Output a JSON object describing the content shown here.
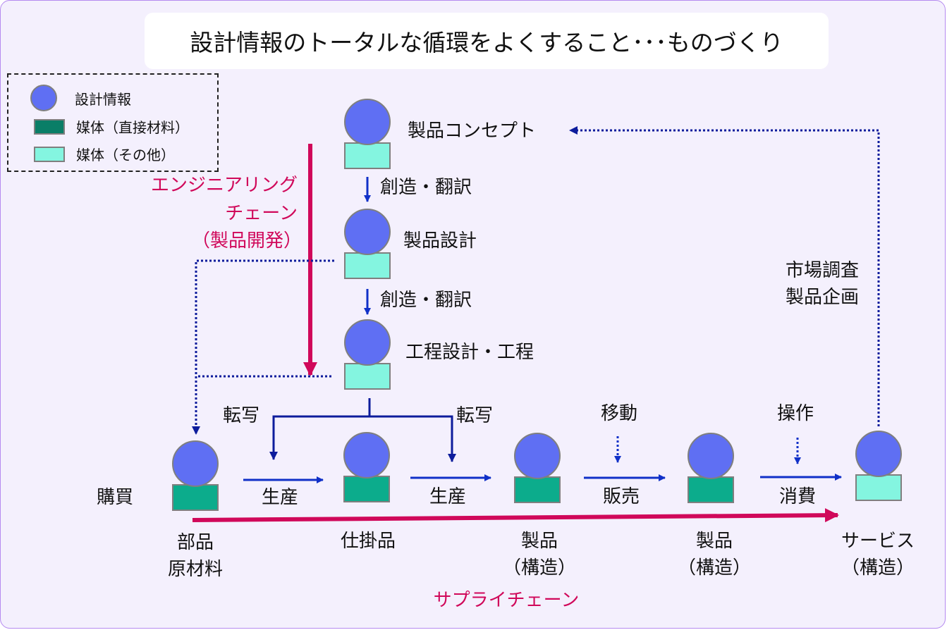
{
  "title": "設計情報のトータルな循環をよくすること･･･ものづくり",
  "colors": {
    "info_circle": "#5f6ff3",
    "media_direct": "#0cac8c",
    "media_direct_legend": "#0a7e67",
    "media_other": "#84f5e0",
    "arrow_blue": "#1030c8",
    "arrow_navy": "#0d1c9c",
    "chain_pink": "#d0085a",
    "background": "#f4f0fd",
    "border": "#b58af0"
  },
  "legend": {
    "items": [
      {
        "shape": "circle",
        "label": "設計情報"
      },
      {
        "shape": "rect-direct",
        "label": "媒体（直接材料）"
      },
      {
        "shape": "rect-other",
        "label": "媒体（その他）"
      }
    ]
  },
  "engineering_chain": {
    "line1": "エンジニアリング",
    "line2": "チェーン",
    "line3": "（製品開発）"
  },
  "supply_chain": {
    "label": "サプライチェーン"
  },
  "vertical_nodes": [
    {
      "label": "製品コンセプト",
      "media": "other"
    },
    {
      "label": "製品設計",
      "media": "other"
    },
    {
      "label": "工程設計・工程",
      "media": "other"
    }
  ],
  "vertical_steps": [
    "創造・翻訳",
    "創造・翻訳"
  ],
  "transfer_labels": [
    "転写",
    "転写"
  ],
  "horizontal_nodes": [
    {
      "label_line1": "部品",
      "label_line2": "原材料",
      "media": "direct"
    },
    {
      "label_line1": "仕掛品",
      "label_line2": "",
      "media": "direct"
    },
    {
      "label_line1": "製品",
      "label_line2": "（構造）",
      "media": "direct"
    },
    {
      "label_line1": "製品",
      "label_line2": "（構造）",
      "media": "direct"
    },
    {
      "label_line1": "サービス",
      "label_line2": "（構造）",
      "media": "other"
    }
  ],
  "purchase_label": "購買",
  "horizontal_steps": [
    {
      "below": "生産",
      "above": ""
    },
    {
      "below": "生産",
      "above": ""
    },
    {
      "below": "販売",
      "above": "移動"
    },
    {
      "below": "消費",
      "above": "操作"
    }
  ],
  "feedback": {
    "line1": "市場調査",
    "line2": "製品企画"
  }
}
